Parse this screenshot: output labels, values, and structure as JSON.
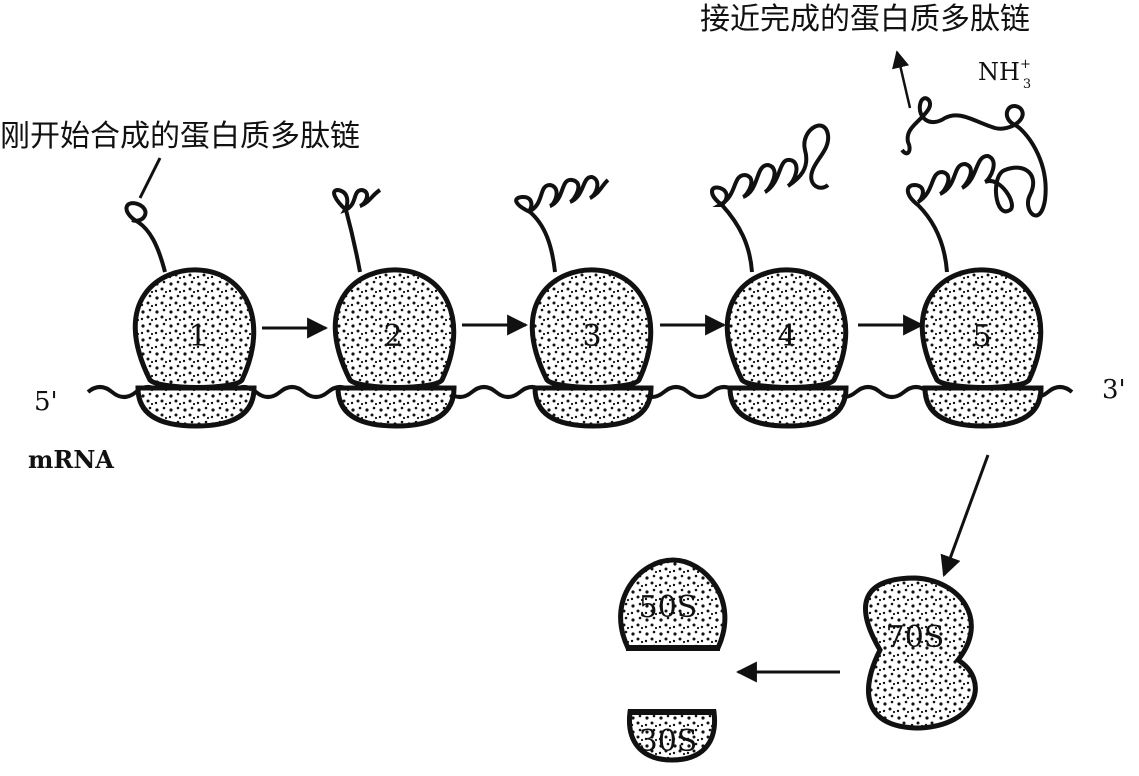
{
  "labels": {
    "top_right": "接近完成的蛋白质多肽链",
    "top_left": "刚开始合成的蛋白质多肽链",
    "nh3": "NH",
    "nh3_sub": "3",
    "nh3_sup": "+",
    "five_prime": "5'",
    "three_prime": "3'",
    "mrna": "mRNA"
  },
  "ribosomes": [
    "1",
    "2",
    "3",
    "4",
    "5"
  ],
  "products": {
    "intact": "70S",
    "large": "50S",
    "small": "30S"
  }
}
